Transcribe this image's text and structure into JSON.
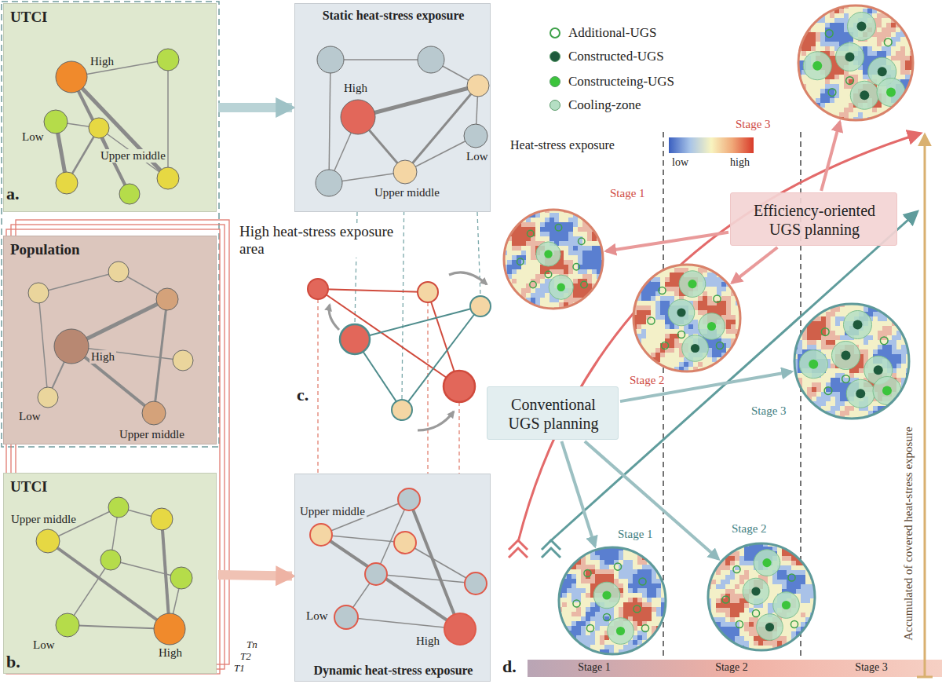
{
  "diagram": {
    "nodes": [
      {
        "text": [
          "UTCI"
        ]
      },
      {
        "text": [
          "Population"
        ]
      },
      {
        "text": [
          "UTCI"
        ]
      },
      {
        "text": [
          "Static heat-stress exposure"
        ]
      },
      {
        "text": [
          "Dynamic heat-stress exposure"
        ]
      },
      {
        "text": [
          "Efficiency-oriented UGS planning"
        ]
      },
      {
        "text": [
          "Conventional UGS planning"
        ]
      },
      {
        "text": [
          "Stage 1"
        ]
      },
      {
        "text": [
          "Stage 2"
        ]
      },
      {
        "text": [
          "Stage 3"
        ]
      },
      {
        "text": [
          "Stage 1"
        ]
      },
      {
        "text": [
          "Stage 2"
        ]
      },
      {
        "text": [
          "Stage 3"
        ]
      }
    ],
    "edges": [
      {
        "from": 0,
        "to": 3,
        "arrow": "to"
      },
      {
        "from": 2,
        "to": 4,
        "arrow": "to"
      },
      {
        "from": 5,
        "to": 7,
        "arrow": "to"
      },
      {
        "from": 5,
        "to": 8,
        "arrow": "to"
      },
      {
        "from": 5,
        "to": 9,
        "arrow": "to"
      },
      {
        "from": 6,
        "to": 10,
        "arrow": "to"
      },
      {
        "from": 6,
        "to": 11,
        "arrow": "to"
      },
      {
        "from": 6,
        "to": 12,
        "arrow": "to"
      }
    ],
    "labels": [
      "a.",
      "High",
      "Low",
      "Upper middle",
      "b.",
      "High",
      "Low",
      "Upper middle",
      "Upper middle",
      "Low",
      "High",
      "Tn",
      "T2",
      "T1",
      "High",
      "Low",
      "Upper middle",
      "High heat-stress exposure area",
      "c.",
      "Upper middle",
      "Low",
      "High",
      "Heat-stress exposure",
      "low",
      "high",
      "Accumulated of covered heat-stress exposure",
      "d.",
      "Stage 1",
      "Stage 2",
      "Stage 3"
    ],
    "legend": [
      {
        "text": "Additional-UGS"
      },
      {
        "text": "Constructed-UGS",
        "color": "#1e5a3c"
      },
      {
        "text": "Constructeing-UGS",
        "color": "#3cc43c"
      },
      {
        "text": "Cooling-zone",
        "color": "#b5dfc4"
      }
    ]
  }
}
